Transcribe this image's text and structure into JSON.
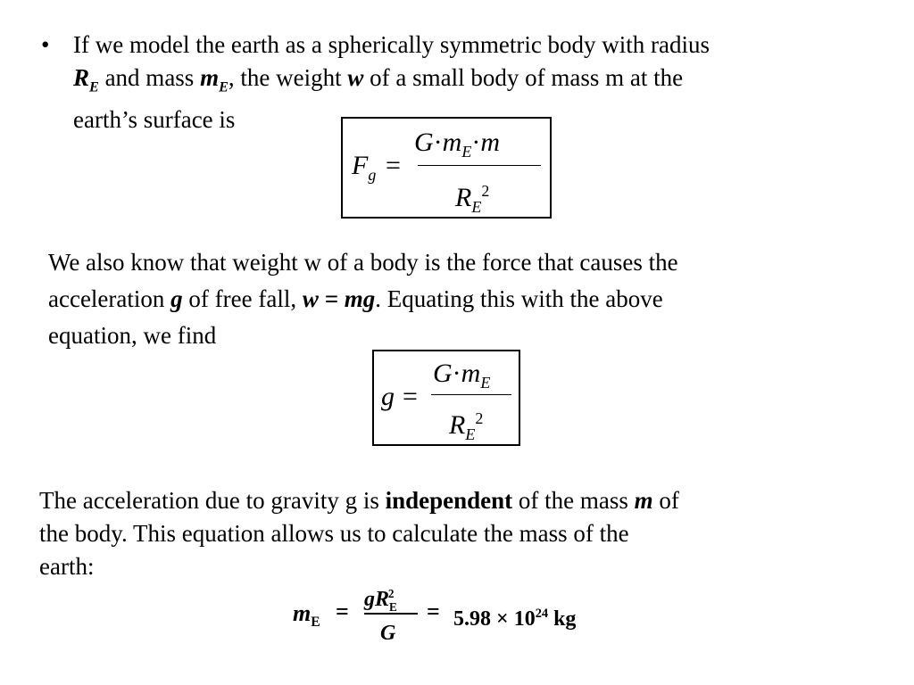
{
  "para1": {
    "bullet": "•",
    "l1": "If we model the earth as a spherically symmetric body with radius",
    "l2_R": "R",
    "l2_Rsub": "E",
    "l2_a": " and mass ",
    "l2_m": "m",
    "l2_msub": "E",
    "l2_b": ", the weight ",
    "l2_w": "w",
    "l2_c": " of a small body of mass m at the",
    "l3": "earth’s surface is"
  },
  "eq1": {
    "lhs": "F",
    "lhs_sub": "g",
    "equals": "=",
    "num_G": "G",
    "dot": "·",
    "num_m": "m",
    "num_sub": "E",
    "num_m2": "m",
    "den_R": "R",
    "den_sub": "E",
    "den_sup": "2"
  },
  "para2": {
    "l1": "We also know that weight w of a body is the force that causes the",
    "l2_a": "acceleration ",
    "l2_g": "g",
    "l2_b": " of free fall, ",
    "l2_eq": "w = mg",
    "l2_c": ". Equating this with the above",
    "l3": "equation, we find"
  },
  "eq2": {
    "lhs": "g",
    "equals": "=",
    "num_G": "G",
    "dot": "·",
    "num_m": "m",
    "num_sub": "E",
    "den_R": "R",
    "den_sub": "E",
    "den_sup": "2"
  },
  "para3": {
    "l1_a": "The acceleration due to gravity g is ",
    "l1_bold": "independent",
    "l1_b": " of the mass ",
    "l1_m": "m",
    "l1_c": " of",
    "l2": "the body. This equation allows us to calculate the mass of the",
    "l3": "earth:"
  },
  "eq3": {
    "lhs": "m",
    "lhs_sub": "E",
    "eq1": "=",
    "num_g": "gR",
    "num_sub": "E",
    "num_sup": "2",
    "den": "G",
    "eq2": "=",
    "value": "5.98",
    "times": "×",
    "base": "10",
    "exp": "24",
    "unit": "kg"
  }
}
